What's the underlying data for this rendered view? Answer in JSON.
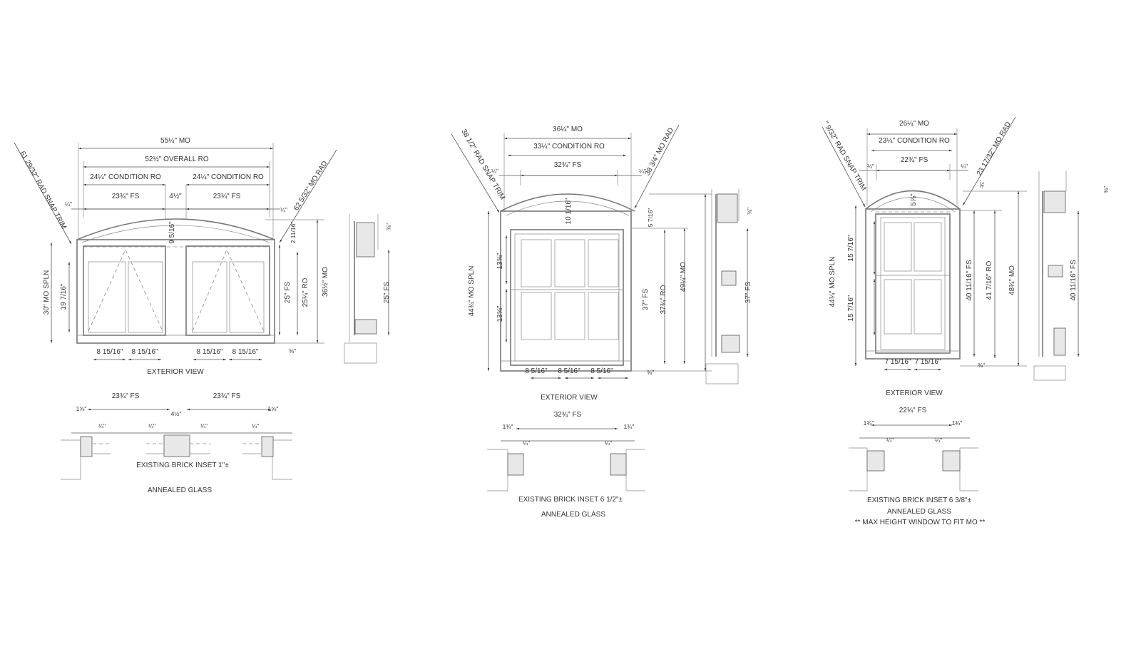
{
  "panels": [
    {
      "mo": "55¼\" MO",
      "overall_ro": "52½\" OVERALL RO",
      "cond_left": "24¼\" CONDITION RO",
      "cond_right": "24¼\" CONDITION RO",
      "fs_left": "23¾\" FS",
      "mullion": "4½\"",
      "fs_right": "23¾\" FS",
      "offset_left": "¼\"",
      "offset_right": "¼\"",
      "snap_trim": "61 29/32\" RAD SNAP TRIM",
      "mo_rad": "62 5/32\" MO RAD",
      "arch_rise": "9 5/16\"",
      "head_gap": "2 11/16\"",
      "spln": "30\" MO SPLN",
      "pane_height": "19 7/16\"",
      "fs_height": "25\" FS",
      "ro_height": "25¾\" RO",
      "mo_height": "36½\" MO",
      "pane_widths": [
        "8 15/16\"",
        "8 15/16\"",
        "8 15/16\"",
        "8 15/16\""
      ],
      "sill": "⅜\"",
      "section_fs": "25\" FS",
      "section_top": "⅜\"",
      "view_label": "EXTERIOR VIEW",
      "plan": {
        "fs_left": "23¾\" FS",
        "fs_right": "23¾\" FS",
        "mullion": "4½\"",
        "jamb_left": "1⅝\"",
        "jamb_right": "1⅝\"",
        "quarters": [
          "¼\"",
          "¼\"",
          "¼\"",
          "¼\""
        ]
      },
      "notes": [
        "EXISTING BRICK INSET 1\"±",
        "ANNEALED GLASS"
      ]
    },
    {
      "mo": "36¼\" MO",
      "cond_ro": "33¼\" CONDITION RO",
      "fs": "32¾\" FS",
      "offset_left": "¼\"",
      "offset_right": "¼\"",
      "snap_trim": "38 1/2\" RAD SNAP TRIM",
      "mo_rad": "38 3/4\" MO RAD",
      "arch_rise": "10 1/16\"",
      "head_gap": "5 7/16\"",
      "spln": "44¾\" MO SPLN",
      "pane_heights": [
        "13⅝\"",
        "13⅝\""
      ],
      "fs_height": "37\" FS",
      "ro_height": "37¾\" RO",
      "mo_height": "49¼\" MO",
      "pane_widths": [
        "8 5/16\"",
        "8 5/16\"",
        "8 5/16\""
      ],
      "sill": "⅜\"",
      "section_fs": "37\" FS",
      "section_top": "⅜\"",
      "view_label": "EXTERIOR VIEW",
      "plan": {
        "fs": "32¾\" FS",
        "jamb_left": "1¾\"",
        "jamb_right": "1¾\"",
        "quarters": [
          "¼\"",
          "¼\""
        ]
      },
      "notes": [
        "EXISTING BRICK INSET 6 1/2\"±",
        "ANNEALED GLASS"
      ]
    },
    {
      "mo": "26¼\" MO",
      "cond_ro": "23¼\" CONDITION RO",
      "fs": "22¾\" FS",
      "offset_left": "¼\"",
      "offset_right": "¼\"",
      "snap_trim": "\" 9/32\" RAD SNAP TRIM",
      "mo_rad": "23 17/32\" MO RAD",
      "arch_rise": "5⅞\"",
      "head_gap": "¾\"",
      "spln": "44¾\" MO SPLN",
      "pane_heights": [
        "15 7/16\"",
        "15 7/16\""
      ],
      "fs_height": "40 11/16\" FS",
      "ro_height": "41 7/16\" RO",
      "mo_height": "48¾\" MO",
      "pane_widths": [
        "7 15/16\"",
        "7 15/16\""
      ],
      "sill": "⅜\"",
      "section_fs": "40 11/16\" FS",
      "section_top": "⅜\"",
      "view_label": "EXTERIOR VIEW",
      "plan": {
        "fs": "22¾\" FS",
        "jamb_left": "1¾\"",
        "jamb_right": "1¾\"",
        "quarters": [
          "¼\"",
          "¼\""
        ]
      },
      "notes": [
        "EXISTING BRICK INSET 6 3/8\"±",
        "ANNEALED GLASS",
        "** MAX HEIGHT WINDOW TO FIT MO **"
      ]
    }
  ]
}
